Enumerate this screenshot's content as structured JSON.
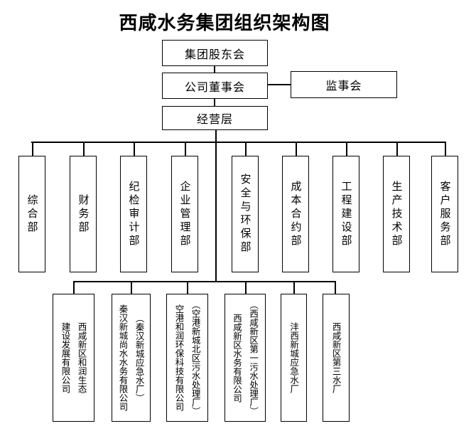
{
  "title": "西咸水务集团组织架构图",
  "top_nodes": {
    "shareholders": "集团股东会",
    "board": "公司董事会",
    "supervisory": "监事会",
    "management": "经营层"
  },
  "departments": [
    {
      "label": "综合部"
    },
    {
      "label": "财务部"
    },
    {
      "label": "纪检审计部"
    },
    {
      "label": "企业管理部"
    },
    {
      "label": "安全与环保部"
    },
    {
      "label": "成本合约部"
    },
    {
      "label": "工程建设部"
    },
    {
      "label": "生产技术部"
    },
    {
      "label": "客户服务部"
    }
  ],
  "subsidiaries": [
    {
      "name": "西咸新区和润生态建设发展有限公司",
      "columns": [
        "建设发展有限公司",
        "西咸新区和润生态"
      ]
    },
    {
      "name": "秦汉新城尚水水务有限公司（秦汉新城应急水厂）",
      "columns": [
        "秦汉新城尚水水务有限公司",
        "（秦汉新城应急水厂）"
      ]
    },
    {
      "name": "空港和润环保科技有限公司（空港新城北区污水处理厂）",
      "columns": [
        "空港和润环保科技有限公司",
        "（空港新城北区污水处理厂）"
      ]
    },
    {
      "name": "西咸新区水务有限公司（西咸新区第一污水处理厂）",
      "columns": [
        "西咸新区水务有限公司",
        "（西咸新区第一污水处理厂）"
      ]
    },
    {
      "name": "沣西新城应急水厂",
      "columns": [
        "沣西新城应急水厂"
      ]
    },
    {
      "name": "西咸新区第三水厂",
      "columns": [
        "西咸新区第三水厂"
      ]
    }
  ],
  "colors": {
    "background": "#ffffff",
    "line": "#000000",
    "text": "#000000"
  }
}
